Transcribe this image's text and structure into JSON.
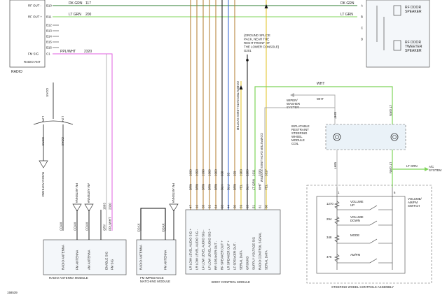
{
  "radio": {
    "label": "RADIO",
    "pins": [
      {
        "pin": "B10",
        "name": "RF OUT -",
        "wire": "DK GRN",
        "circuit": "117"
      },
      {
        "pin": "B11",
        "name": "RF OUT +",
        "wire": "LT GRN",
        "circuit": "200"
      },
      {
        "pin": "B12",
        "name": "",
        "wire": "",
        "circuit": ""
      },
      {
        "pin": "B13",
        "name": "",
        "wire": "",
        "circuit": ""
      },
      {
        "pin": "B14",
        "name": "",
        "wire": "",
        "circuit": ""
      },
      {
        "pin": "B15",
        "name": "",
        "wire": "",
        "circuit": ""
      },
      {
        "pin": "B16",
        "name": "",
        "wire": "",
        "circuit": ""
      },
      {
        "pin": "C1",
        "name": "FM SIG",
        "wire": "PPL/WHT",
        "circuit": "2320"
      }
    ],
    "ant_label": "RADIO ANT"
  },
  "right_speaker": {
    "pins": [
      "A",
      "B",
      "C",
      "D"
    ],
    "wire_dk": "DK GRN",
    "wire_lt": "LT GRN",
    "rf_door_speaker": "RF DOOR\nSPEAKER",
    "rf_tweeter": "RF DOOR\nTWEETER\nSPEAKER"
  },
  "ground_note": "(GROUND SPLICE\nPACK, NEAR THE\nRIGHT FRONT OF\nTHE LOWER CONSOLE)\nG201",
  "coax": {
    "label": "COAX",
    "l7r": "L7R",
    "l7h": "L7H"
  },
  "radio_antenna_label": "RADIO ANTENNA",
  "antenna_module": {
    "title": "RADIO ANTENNA MODULE",
    "wires": [
      "COAX",
      "COAX",
      "COAX",
      "COAX",
      "GRY",
      "PPL/WHT"
    ],
    "circuits": [
      "",
      "",
      "",
      "",
      "1693",
      "2320"
    ],
    "labels": [
      "RADIO ANTENNA",
      "FM ANTENNA",
      "AM ANTENNA",
      "",
      "ENABLE SIG",
      "FM SIG"
    ],
    "ant_top": [
      "FM ANTENNA",
      "AM ANTENNA"
    ]
  },
  "fm_module": {
    "title": "FM IMPEDANCE\nMATCHING MODULE",
    "labels": [
      "RADIO ANTENNA",
      "FM ANTENNA"
    ],
    "wires": [
      "COAX",
      "COAX"
    ],
    "ant_top": "FM ANTENNA"
  },
  "bcm": {
    "title": "BODY CONTROL MODULE",
    "pins": [
      "47",
      "16",
      "28",
      "32",
      "64",
      "52",
      "44",
      "50",
      "59",
      "15",
      "51",
      "61",
      "60"
    ],
    "wires": [
      "BRN",
      "BRN",
      "BRN",
      "BRN",
      "BRN",
      "BLK",
      "BLU",
      "BRN",
      "YEL",
      "BLK",
      "LT GRN",
      "WHT",
      "YEL"
    ],
    "circuits": [
      "1899",
      "1958",
      "1998",
      "1960",
      "1969",
      "650",
      "55",
      "159",
      "1909",
      "2289",
      "1911",
      "2333",
      "1617"
    ],
    "labels": [
      "LR LOW LEVEL AUDIO SIG +",
      "LR LOW LEVEL AUDIO SIG -",
      "LF LOW LEVEL AUDIO SIG -",
      "LF LOW LEVEL AUDIO SIG +",
      "RR SPEAKER OUT -",
      "RF SPEAKER OUT +",
      "LR SPEAKER OUT +",
      "LF SPEAKER OUT -",
      "SERIAL DATA",
      "GROUND",
      "SUPPLY VOLTAGE SIG",
      "RADIO CONTROL SIGNAL",
      "SERIAL DATA"
    ],
    "computer_data": "COMPUTER DATA\nLINES SYSTEM"
  },
  "wiper": "WIPER/\nWASHER\nSYSTEM",
  "wht": "WHT",
  "coil": {
    "title": "INFLATABLE\nRESTRAINT\nSTEERING\nWHEEL\nMODULE\nCOIL",
    "wires_top": [
      "WHT",
      "LT GRN"
    ],
    "circuits": [
      "2058",
      "2087"
    ]
  },
  "ac_system": "A/C\nSYSTEM",
  "lt_grn": "LT GRN",
  "swc": {
    "title": "STEERING WHEEL CONTROLS ASSEMBLY",
    "switch_title": "VOLUME/\nAM/FM\nSWITCH",
    "pins": [
      "1",
      "6"
    ],
    "resistors": [
      "1270",
      "294",
      "348",
      "475"
    ],
    "switches": [
      "VOLUME\nUP",
      "VOLUME\nDOWN",
      "MODE",
      "AM/FM"
    ]
  },
  "figure_id": "158539"
}
